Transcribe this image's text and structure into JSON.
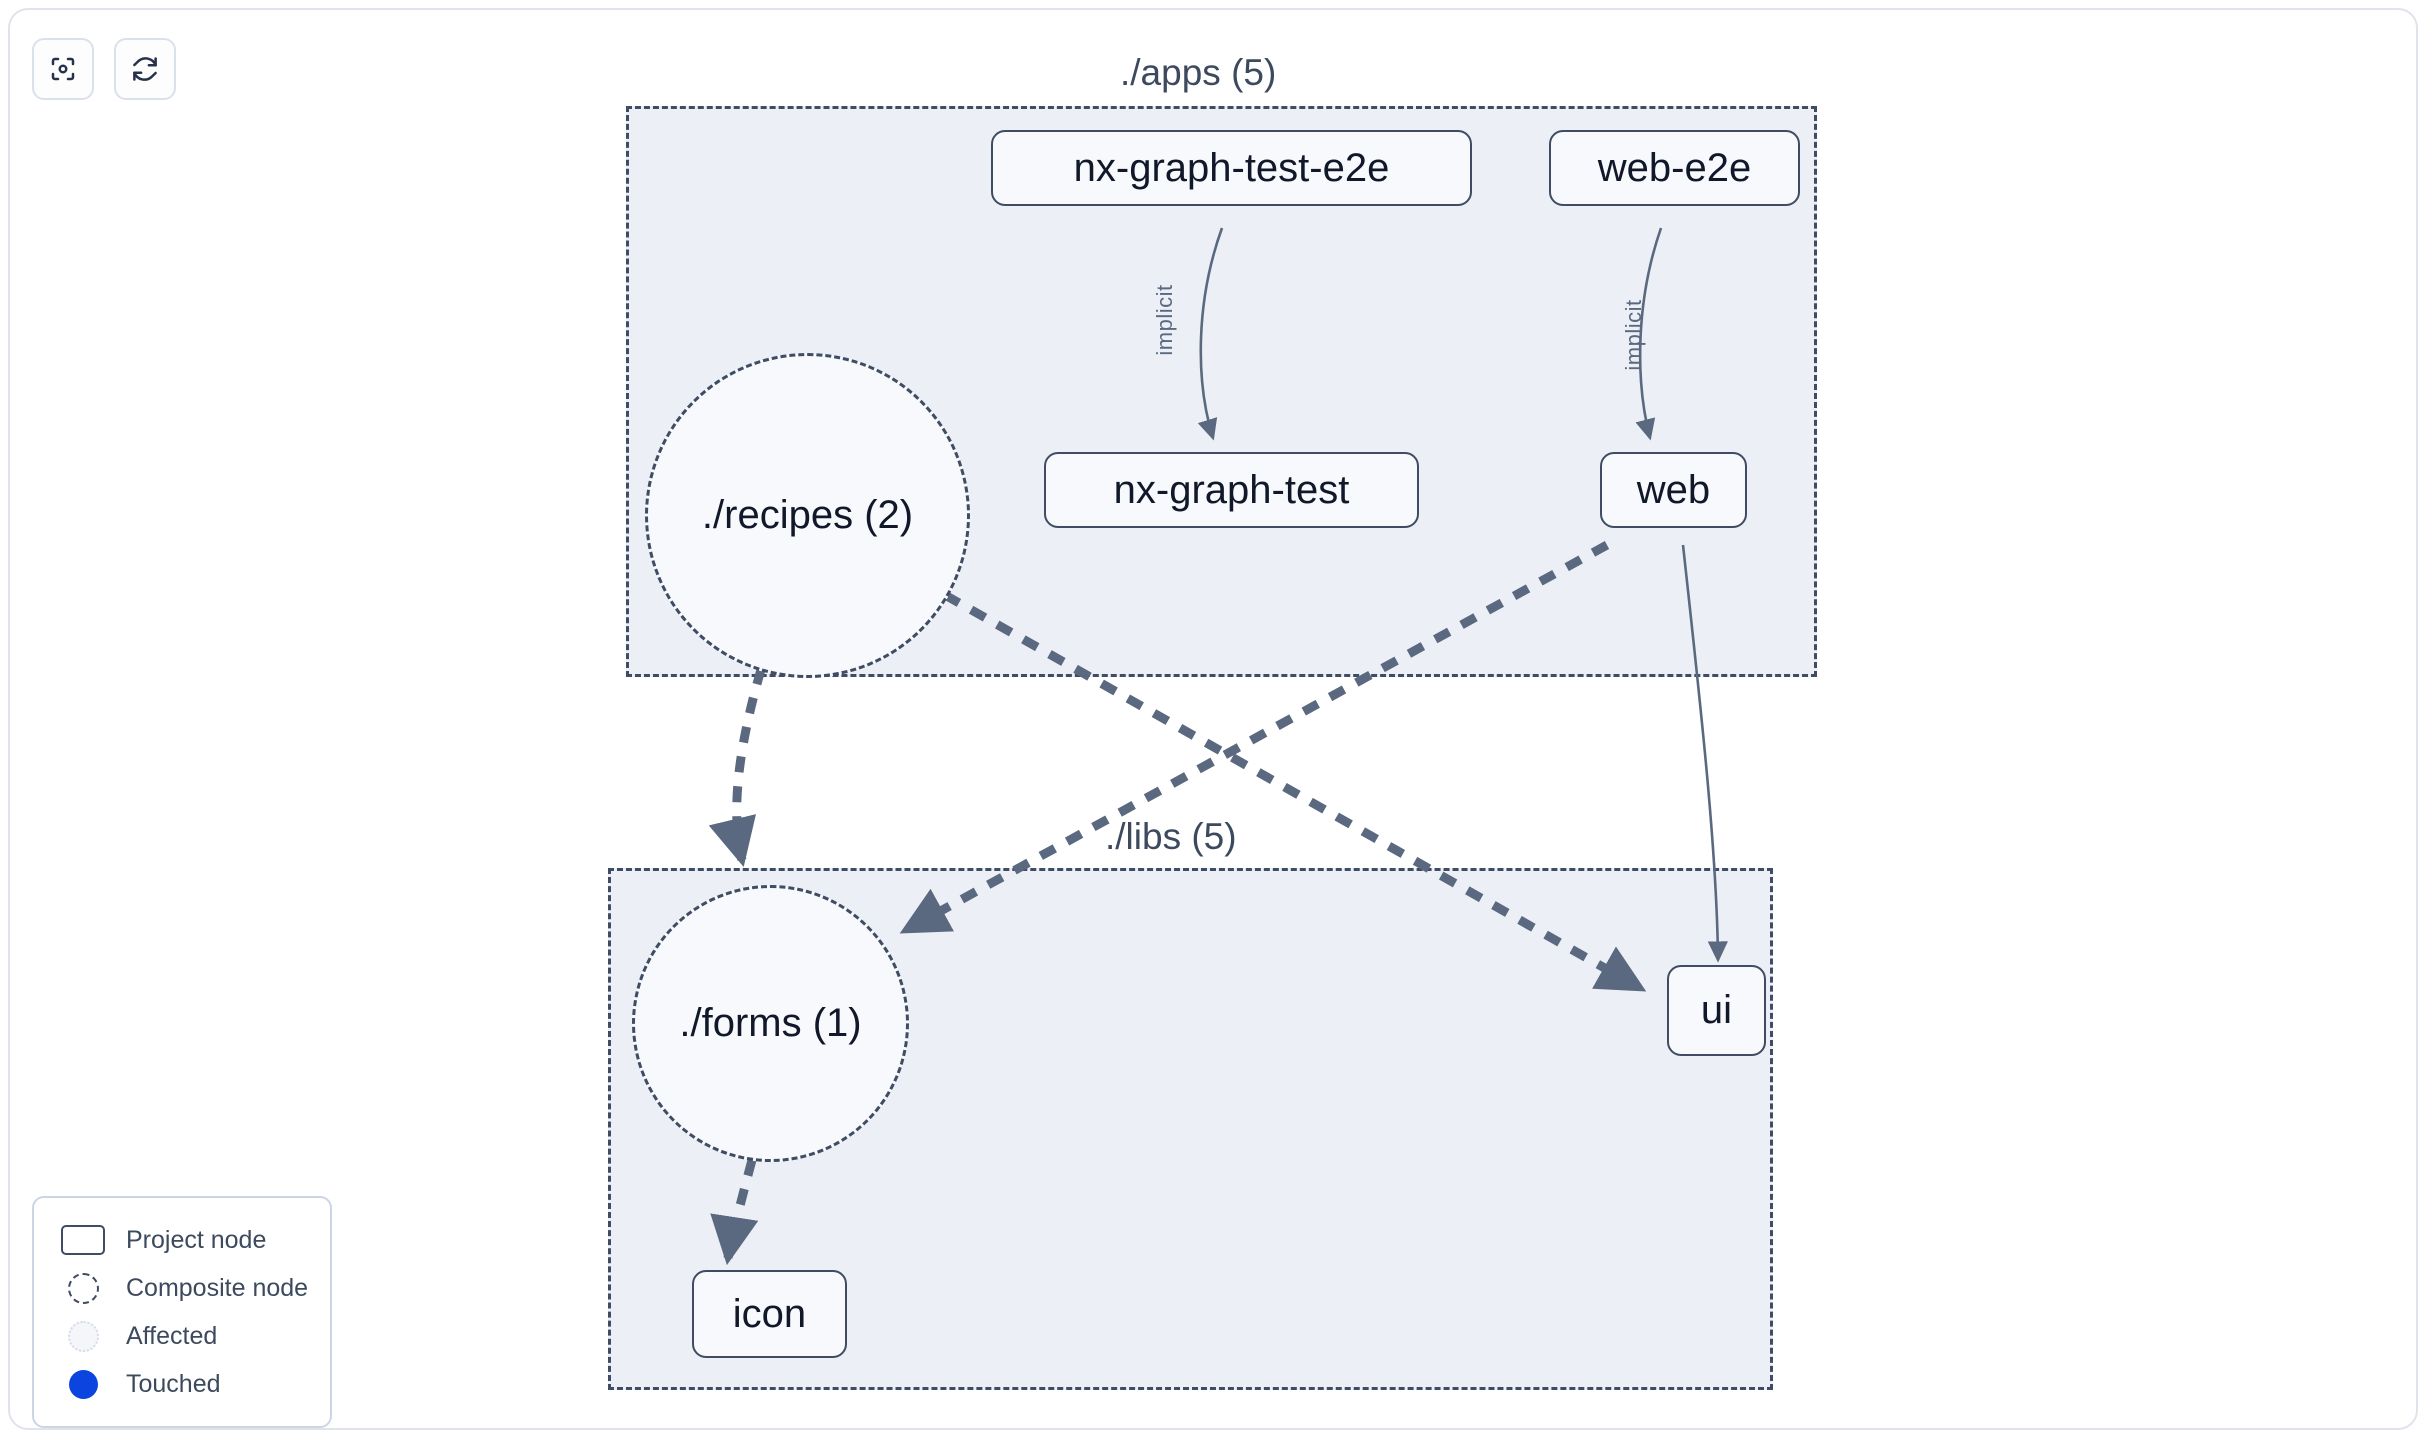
{
  "toolbar": {
    "buttons": [
      {
        "name": "focus-graph-button",
        "icon": "focus-target-icon",
        "title": "Focus graph"
      },
      {
        "name": "refresh-graph-button",
        "icon": "refresh-icon",
        "title": "Refresh graph"
      }
    ]
  },
  "graph": {
    "groups": [
      {
        "id": "apps",
        "label": "./apps (5)"
      },
      {
        "id": "libs",
        "label": "./libs (5)"
      }
    ],
    "project_nodes": [
      {
        "id": "nx-graph-test-e2e",
        "label": "nx-graph-test-e2e",
        "group": "apps"
      },
      {
        "id": "web-e2e",
        "label": "web-e2e",
        "group": "apps"
      },
      {
        "id": "nx-graph-test",
        "label": "nx-graph-test",
        "group": "apps"
      },
      {
        "id": "web",
        "label": "web",
        "group": "apps"
      },
      {
        "id": "ui",
        "label": "ui",
        "group": "libs"
      },
      {
        "id": "icon",
        "label": "icon",
        "group": "libs"
      }
    ],
    "composite_nodes": [
      {
        "id": "recipes",
        "label": "./recipes (2)",
        "group": "apps"
      },
      {
        "id": "forms",
        "label": "./forms (1)",
        "group": "libs"
      }
    ],
    "edges": [
      {
        "from": "nx-graph-test-e2e",
        "to": "nx-graph-test",
        "label": "implicit",
        "style": "solid"
      },
      {
        "from": "web-e2e",
        "to": "web",
        "label": "implicit",
        "style": "solid"
      },
      {
        "from": "web",
        "to": "ui",
        "label": "",
        "style": "solid"
      },
      {
        "from": "recipes",
        "to": "forms",
        "label": "",
        "style": "dashed"
      },
      {
        "from": "recipes",
        "to": "ui",
        "label": "",
        "style": "dashed"
      },
      {
        "from": "web",
        "to": "forms",
        "label": "",
        "style": "dashed"
      },
      {
        "from": "forms",
        "to": "icon",
        "label": "",
        "style": "dashed"
      }
    ]
  },
  "legend": {
    "items": [
      {
        "swatch": "project-node-swatch",
        "label": "Project node"
      },
      {
        "swatch": "composite-node-swatch",
        "label": "Composite node"
      },
      {
        "swatch": "affected-swatch",
        "label": "Affected"
      },
      {
        "swatch": "touched-swatch",
        "label": "Touched"
      }
    ]
  },
  "colors": {
    "node_border": "#3f4c63",
    "node_fill": "#f7f9fc",
    "group_fill": "#ecf0f6",
    "edge": "#5a6980",
    "touched": "#0c44e0",
    "text": "#10182a",
    "canvas": "#ffffff"
  }
}
